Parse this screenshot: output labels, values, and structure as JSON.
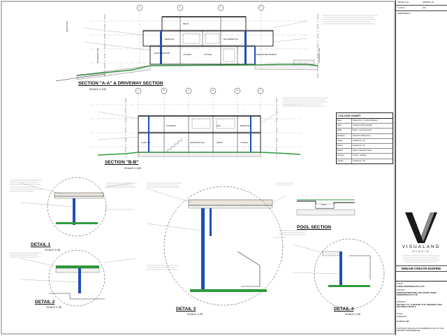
{
  "sections": {
    "aa_title": "SECTION \"A-A\" & DRIVEWAY SECTION",
    "aa_scale": "SCALE 1:100",
    "bb_title": "SECTION \"B-B\"",
    "bb_scale": "SCALE 1:100"
  },
  "details": {
    "d1_title": "DETAIL 1",
    "d1_scale": "SCALE 1:25",
    "d2_title": "DETAIL 2",
    "d2_scale": "SCALE 1:25",
    "d3_title": "DETAIL 3",
    "d3_scale": "SCALE 1:25",
    "d4_title": "DETAIL 4",
    "d4_scale": "SCALE 1:25",
    "pool_title": "POOL SECTION",
    "pool_label": "POOL"
  },
  "roads": {
    "river_road": "RIVER ROAD",
    "boundary_left": "BOUNDARY LINE",
    "boundary_right": "BOUNDARY LINE"
  },
  "room_labels_aa": [
    "BEDROOM",
    "GUEST BEDROOM",
    "MEDIA",
    "KITCHEN",
    "HOME ENTERTAINMENT",
    "MAIN BEDROOM",
    "LAUNDRY"
  ],
  "room_labels_bb": [
    "GUEST WC",
    "ENTRANCE HALL",
    "DINING",
    "LOUNGE",
    "STAIRWELL",
    "HALL",
    "BEDROOM 1"
  ],
  "grid_aa": [
    "1",
    "2",
    "3",
    "4"
  ],
  "grid_bb": [
    "A",
    "B",
    "C",
    "D",
    "E",
    "F"
  ],
  "colour_chart": {
    "heading": "COLOUR CHART",
    "rows": [
      {
        "k": "Base",
        "v": "Plaster (tbc - Colorbond/Dulux)"
      },
      {
        "k": "Roof",
        "v": "Colorbond (Surfmist/tbc)"
      },
      {
        "k": "Walls",
        "v": "Bricks - Face brick (tbc)"
      },
      {
        "k": "Windows",
        "v": "Aluminium Monument"
      },
      {
        "k": "Gutter",
        "v": "Colorbond - tbc"
      },
      {
        "k": "Fascia",
        "v": "Colorbond - tbc"
      },
      {
        "k": "Balustr.",
        "v": "Glass & Stainless Steel"
      },
      {
        "k": "Decking",
        "v": "Timber - Merbau"
      },
      {
        "k": "Garage",
        "v": "Colorbond - tbc"
      }
    ]
  },
  "title_block": {
    "project_no_label": "PROJECT No:",
    "project_no": "TH 06-21",
    "drawing_no_label": "DRAWING No:",
    "drawing_no": "A02",
    "amendments_label": "AMENDMENTS:",
    "brand_name": "VISUALAND",
    "brand_sub": "STUDIO",
    "slogan": "DREAM-CREATE-INSPIRE",
    "client_label": "CLIENT:",
    "client": "THEMA PROPERTIES (PTY) LTD",
    "project_label": "PROJECT:",
    "project": "PROPOSED NEW DWELLING ON ERF, THEMA PROPERTIES (PTY) LTD",
    "drawing_label": "DRAWING:",
    "drawing": "SECTION \"A-A\" & SECTION \"B-B\", DRIVEWAY, POOL SECTIONS & DETAILS",
    "scale_label": "SCALE:",
    "scale": "1:100 @ A1",
    "sheet_no": "TH 06-21 / A02",
    "copyright": "COPYRIGHT AND RIGHT OF REPRODUCTION OF THIS DRAWING ARE RESERVED"
  },
  "colors": {
    "line": "#1a1a1a",
    "ground_green": "#2e9a3c",
    "steel_blue": "#1f4fb5",
    "hatch": "#555555"
  }
}
